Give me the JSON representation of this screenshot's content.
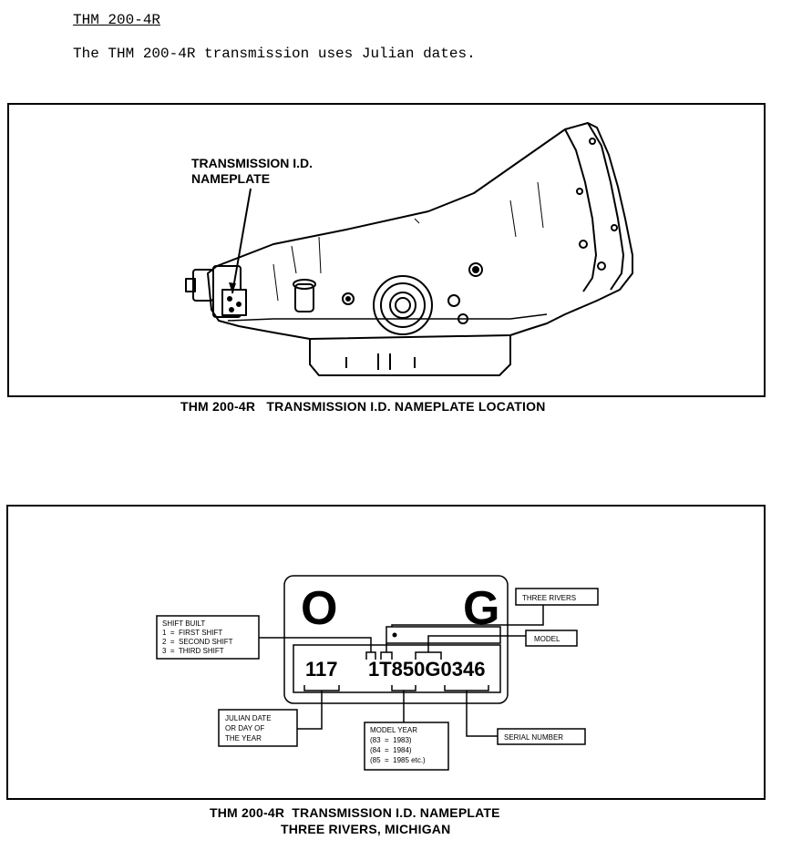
{
  "heading": "THM 200-4R",
  "intro": "The THM 200-4R transmission uses Julian dates.",
  "figure1": {
    "callout": [
      "TRANSMISSION I.D.",
      "NAMEPLATE"
    ],
    "caption": "THM 200-4R   TRANSMISSION I.D. NAMEPLATE LOCATION"
  },
  "figure2": {
    "plate": {
      "letter_left": "O",
      "letter_right": "G",
      "code_julian": "117",
      "code_serial": "1T850G0346"
    },
    "shift_box": [
      "SHIFT BUILT",
      "1  =  FIRST SHIFT",
      "2  =  SECOND SHIFT",
      "3  =  THIRD SHIFT"
    ],
    "three_rivers": "THREE RIVERS",
    "model": "MODEL",
    "julian_box": [
      "JULIAN DATE",
      "OR DAY OF",
      "THE YEAR"
    ],
    "model_year_box": [
      "MODEL YEAR",
      "(83  =  1983)",
      "(84  =  1984)",
      "(85  =  1985 etc.)"
    ],
    "serial_number": "SERIAL NUMBER",
    "caption_line1": "THM 200-4R  TRANSMISSION I.D. NAMEPLATE",
    "caption_line2": "THREE RIVERS, MICHIGAN"
  }
}
